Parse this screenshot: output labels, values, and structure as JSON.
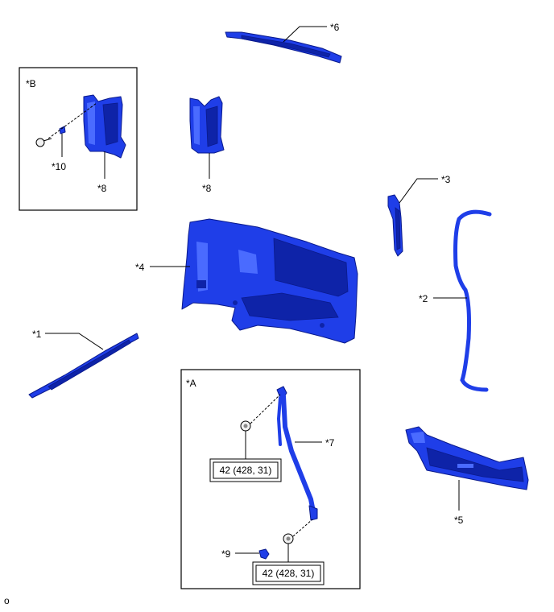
{
  "callouts": {
    "c1": "*1",
    "c2": "*2",
    "c3": "*3",
    "c4": "*4",
    "c5": "*5",
    "c6": "*6",
    "c7": "*7",
    "c8a": "*8",
    "c8b": "*8",
    "c9": "*9",
    "c10": "*10"
  },
  "groups": {
    "group_a": "*A",
    "group_b": "*B"
  },
  "torque": {
    "upper": "42 (428, 31)",
    "lower": "42 (428, 31)"
  },
  "footer_code": "o",
  "colors": {
    "part_fill": "#1f3ee8",
    "part_outline": "#0a1a8c"
  }
}
